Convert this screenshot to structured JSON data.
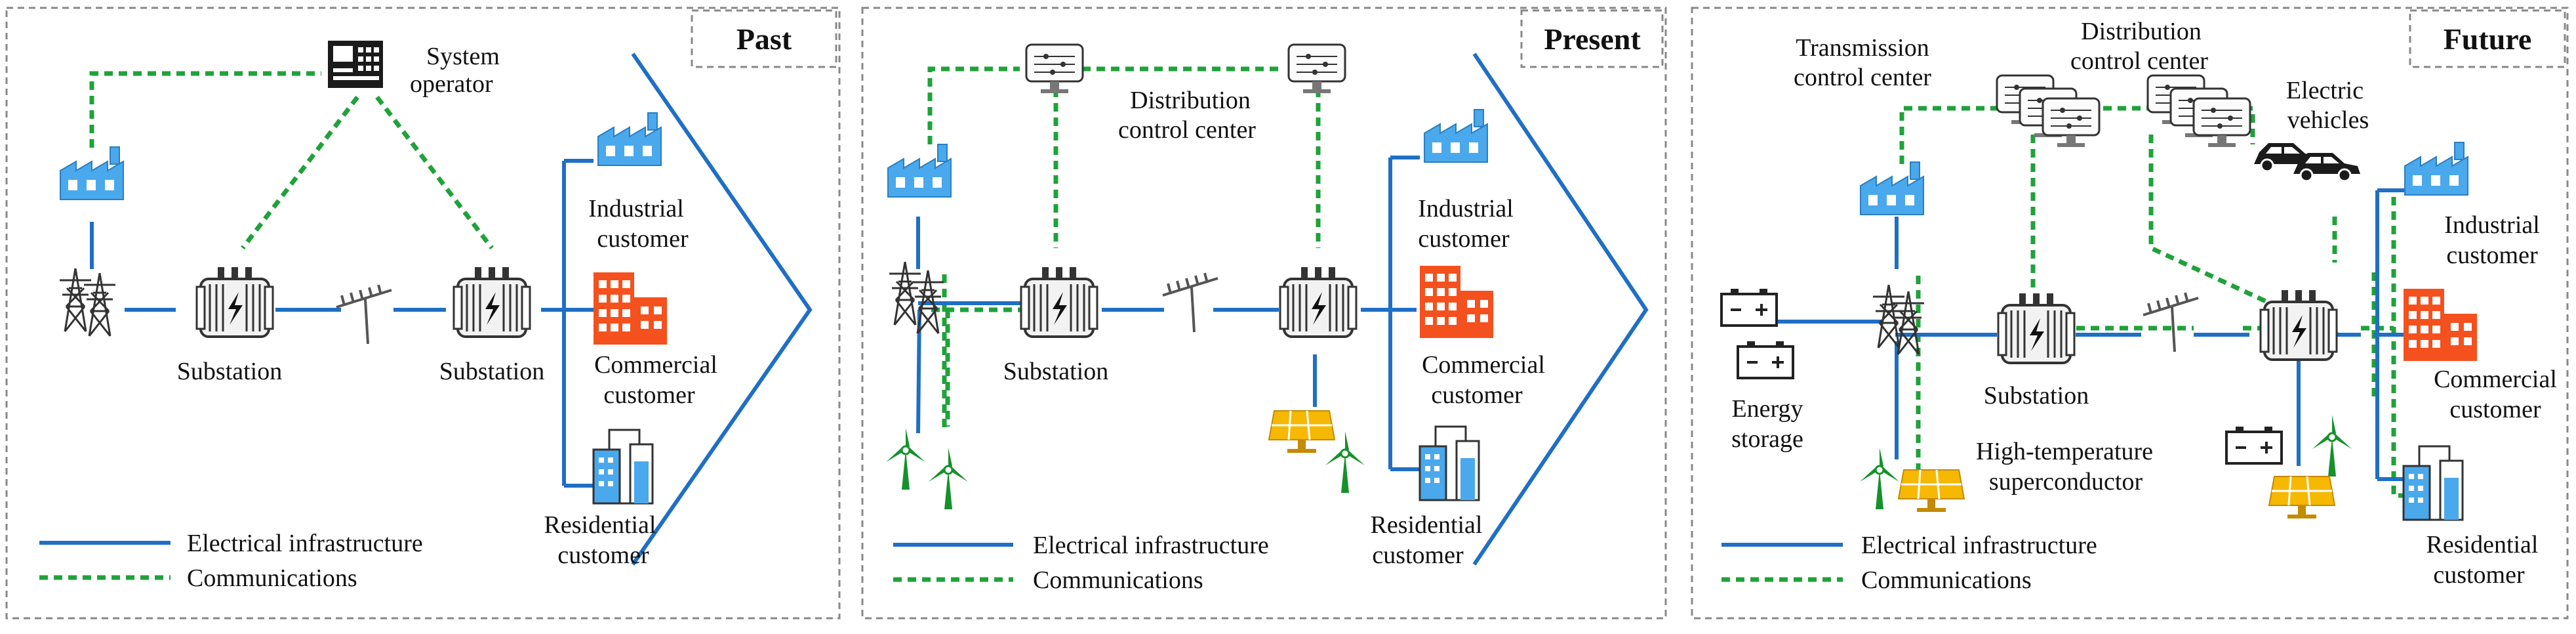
{
  "panels": [
    {
      "title": "Past",
      "labels": {
        "system_operator": [
          "System",
          "operator"
        ],
        "substation_1": "Substation",
        "substation_2": "Substation",
        "industrial": [
          "Industrial",
          "customer"
        ],
        "commercial": [
          "Commercial",
          "customer"
        ],
        "residential": [
          "Residential",
          "customer"
        ]
      }
    },
    {
      "title": "Present",
      "labels": {
        "distribution_cc": [
          "Distribution",
          "control center"
        ],
        "substation": "Substation",
        "industrial": [
          "Industrial",
          "customer"
        ],
        "commercial": [
          "Commercial",
          "customer"
        ],
        "residential": [
          "Residential",
          "customer"
        ]
      }
    },
    {
      "title": "Future",
      "labels": {
        "transmission_cc": [
          "Transmission",
          "control center"
        ],
        "distribution_cc": [
          "Distribution",
          "control center"
        ],
        "electric_vehicles": [
          "Electric",
          "vehicles"
        ],
        "energy_storage": [
          "Energy",
          "storage"
        ],
        "substation": "Substation",
        "hts": [
          "High-temperature",
          "superconductor"
        ],
        "industrial": [
          "Industrial",
          "customer"
        ],
        "commercial": [
          "Commercial",
          "customer"
        ],
        "residential": [
          "Residential",
          "customer"
        ]
      }
    }
  ],
  "legend": {
    "electrical": "Electrical infrastructure",
    "communications": "Communications"
  },
  "colors": {
    "electrical": "#1f6fc4",
    "communications": "#1fa23a",
    "factory": "#4aa8ec",
    "commercial": "#f4511e",
    "solar": "#f6b800",
    "wind": "#16912b",
    "dark": "#1b1b1b"
  },
  "icons": [
    "factory-icon",
    "transmission-tower-icon",
    "transformer-icon",
    "antenna-icon",
    "computer-icon",
    "commercial-building-icon",
    "residential-building-icon",
    "wind-turbine-icon",
    "solar-panel-icon",
    "battery-icon",
    "car-icon"
  ]
}
